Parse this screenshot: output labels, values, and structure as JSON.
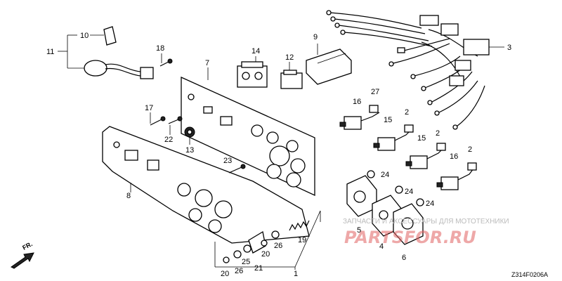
{
  "callouts": [
    {
      "key": "c10",
      "label": "10"
    },
    {
      "key": "c11",
      "label": "11"
    },
    {
      "key": "c18",
      "label": "18"
    },
    {
      "key": "c7",
      "label": "7"
    },
    {
      "key": "c14",
      "label": "14"
    },
    {
      "key": "c12",
      "label": "12"
    },
    {
      "key": "c9",
      "label": "9"
    },
    {
      "key": "c3",
      "label": "3"
    },
    {
      "key": "c17",
      "label": "17"
    },
    {
      "key": "c22",
      "label": "22"
    },
    {
      "key": "c13",
      "label": "13"
    },
    {
      "key": "c16a",
      "label": "16"
    },
    {
      "key": "c27",
      "label": "27"
    },
    {
      "key": "c2a",
      "label": "2"
    },
    {
      "key": "c15a",
      "label": "15"
    },
    {
      "key": "c15b",
      "label": "15"
    },
    {
      "key": "c2b",
      "label": "2"
    },
    {
      "key": "c16b",
      "label": "16"
    },
    {
      "key": "c2c",
      "label": "2"
    },
    {
      "key": "c8",
      "label": "8"
    },
    {
      "key": "c23",
      "label": "23"
    },
    {
      "key": "c24a",
      "label": "24"
    },
    {
      "key": "c24b",
      "label": "24"
    },
    {
      "key": "c24c",
      "label": "24"
    },
    {
      "key": "c5",
      "label": "5"
    },
    {
      "key": "c4",
      "label": "4"
    },
    {
      "key": "c6",
      "label": "6"
    },
    {
      "key": "c19",
      "label": "19"
    },
    {
      "key": "c26a",
      "label": "26"
    },
    {
      "key": "c20a",
      "label": "20"
    },
    {
      "key": "c25",
      "label": "25"
    },
    {
      "key": "c21",
      "label": "21"
    },
    {
      "key": "c20b",
      "label": "20"
    },
    {
      "key": "c26b",
      "label": "26"
    },
    {
      "key": "c1",
      "label": "1"
    }
  ],
  "direction_label": "FR.",
  "diagram_code": "Z314F0206A",
  "watermark": {
    "caption": "ЗАПЧАСТИ И АКСЕССУАРЫ ДЛЯ МОТОТЕХНИКИ",
    "site": "PARTSFOR.RU"
  }
}
